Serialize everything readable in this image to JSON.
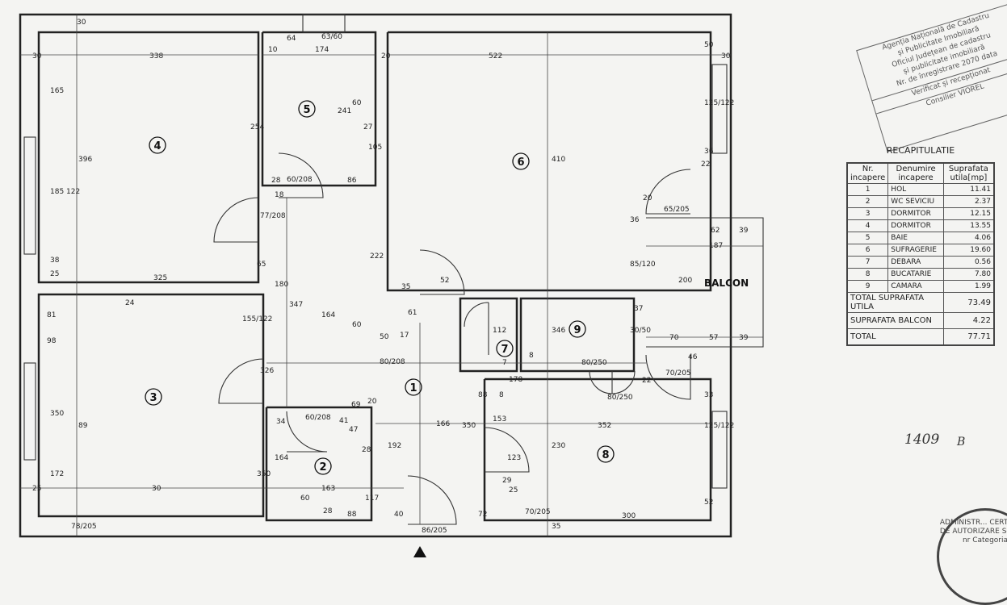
{
  "plan": {
    "rooms": [
      {
        "nr": "1"
      },
      {
        "nr": "2"
      },
      {
        "nr": "3"
      },
      {
        "nr": "4"
      },
      {
        "nr": "5"
      },
      {
        "nr": "6"
      },
      {
        "nr": "7"
      },
      {
        "nr": "8"
      },
      {
        "nr": "9"
      }
    ],
    "balcony_label": "BALCON",
    "dims": [
      "30",
      "338",
      "30",
      "396",
      "165",
      "185\n122",
      "38",
      "25",
      "325",
      "254",
      "64",
      "10",
      "174",
      "20",
      "63/60",
      "241",
      "60",
      "27",
      "105",
      "28",
      "86",
      "60/208",
      "18",
      "77/208",
      "222",
      "65",
      "180",
      "347",
      "164",
      "60",
      "522",
      "50",
      "30",
      "125/122",
      "36",
      "22",
      "410",
      "20",
      "65/205",
      "36",
      "62",
      "39",
      "187",
      "85/120",
      "200",
      "37",
      "30/50",
      "70",
      "57",
      "39",
      "46",
      "70/205",
      "22",
      "33",
      "125/122",
      "52",
      "300",
      "230",
      "352",
      "166",
      "350",
      "192",
      "20",
      "69",
      "41",
      "47",
      "28",
      "34",
      "60/208",
      "164",
      "163",
      "117",
      "60",
      "28",
      "88",
      "40",
      "86/205",
      "72",
      "29",
      "25",
      "35",
      "70/205",
      "123",
      "88",
      "8",
      "153",
      "178",
      "80/250",
      "80/250",
      "112",
      "346",
      "80/208",
      "326",
      "24",
      "81",
      "98",
      "155/122",
      "350",
      "89",
      "172",
      "350",
      "30",
      "25",
      "78/205",
      "52",
      "61",
      "35",
      "17",
      "50",
      "7",
      "8"
    ],
    "north_arrow": "north-arrow"
  },
  "recap": {
    "title": "RECAPITULATIE",
    "headers": [
      "Nr. incapere",
      "Denumire incapere",
      "Suprafata utila[mp]"
    ],
    "rows": [
      {
        "nr": "1",
        "name": "HOL",
        "area": "11.41"
      },
      {
        "nr": "2",
        "name": "WC SEVICIU",
        "area": "2.37"
      },
      {
        "nr": "3",
        "name": "DORMITOR",
        "area": "12.15"
      },
      {
        "nr": "4",
        "name": "DORMITOR",
        "area": "13.55"
      },
      {
        "nr": "5",
        "name": "BAIE",
        "area": "4.06"
      },
      {
        "nr": "6",
        "name": "SUFRAGERIE",
        "area": "19.60"
      },
      {
        "nr": "7",
        "name": "DEBARA",
        "area": "0.56"
      },
      {
        "nr": "8",
        "name": "BUCATARIE",
        "area": "7.80"
      },
      {
        "nr": "9",
        "name": "CAMARA",
        "area": "1.99"
      }
    ],
    "total_util_label": "TOTAL SUPRAFATA UTILA",
    "total_util": "73.49",
    "balcon_label": "SUPRAFATA BALCON",
    "balcon": "4.22",
    "total_label": "TOTAL",
    "total": "77.71"
  },
  "stamp": {
    "lines": [
      "Agenția Națională de Cadastru",
      "și Publicitate Imobiliară",
      "Oficiul Județean de cadastru",
      "și publicitate imobiliară",
      "Nr. de înregistrare 2070 data",
      "Verificat și recepționat",
      "Consilier VIOREL"
    ]
  },
  "handwriting": {
    "number": "1409",
    "initials": "B"
  },
  "seal": {
    "text": "ADMINISTR... CERTIFICAT DE AUTORIZARE Seria DJ nr Categoria"
  }
}
